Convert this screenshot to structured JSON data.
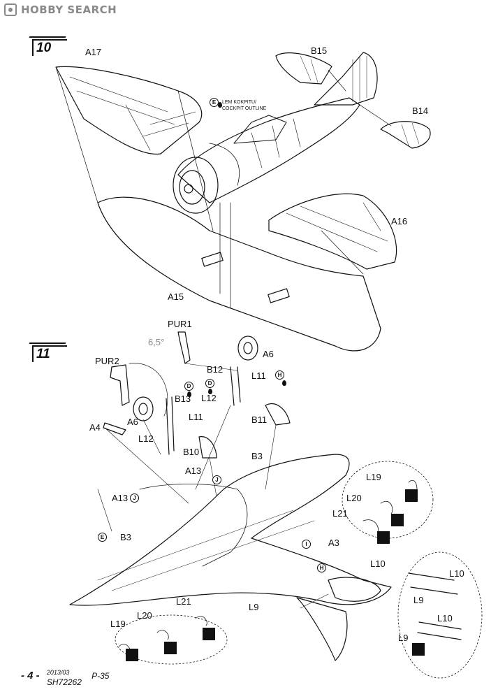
{
  "watermark": "HOBBY SEARCH",
  "steps": {
    "step10": "10",
    "step11": "11"
  },
  "labels": {
    "A17": "A17",
    "B15": "B15",
    "B14": "B14",
    "A16": "A16",
    "A15": "A15",
    "cockpit_line1": "LEM KOKPITU/",
    "cockpit_line2": "COCKPIT OUTLINE",
    "PUR1": "PUR1",
    "PUR2": "PUR2",
    "angle": "6,5°",
    "B12": "B12",
    "A6_right": "A6",
    "L11_right": "L11",
    "L12_right": "L12",
    "B13": "B13",
    "A6_left": "A6",
    "L11_left": "L11",
    "L12_left": "L12",
    "A4": "A4",
    "B11": "B11",
    "B10": "B10",
    "B3_right": "B3",
    "B3_left": "B3",
    "A13_top": "A13",
    "A13_left": "A13",
    "L19_right": "L19",
    "L20_right": "L20",
    "L21_right": "L21",
    "A3": "A3",
    "L10_a": "L10",
    "L9_a": "L9",
    "L10_b": "L10",
    "L9_b": "L9",
    "L9_tail": "L9",
    "L21_left": "L21",
    "L20_left": "L20",
    "L19_left": "L19"
  },
  "badges": {
    "E": "E",
    "D": "D",
    "H": "H",
    "J": "J",
    "I": "I"
  },
  "footer": {
    "page": "- 4 -",
    "date": "2013/03",
    "code": "SH72262",
    "model": "P-35"
  }
}
